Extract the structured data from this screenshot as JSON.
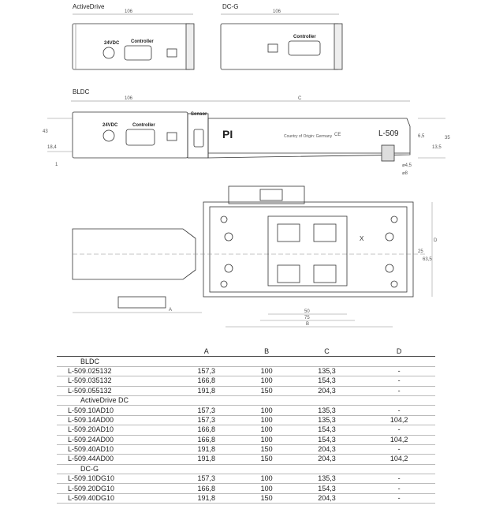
{
  "views": {
    "activedrive": {
      "title": "ActiveDrive",
      "dim": "106",
      "label_power": "24VDC",
      "label_ctrl": "Controller"
    },
    "dcg": {
      "title": "DC-G",
      "dim": "106",
      "label_ctrl": "Controller"
    },
    "bldc": {
      "title": "BLDC",
      "dim_left": "106",
      "dim_c": "C",
      "label_sensor": "Sensor",
      "label_power": "24VDC",
      "label_ctrl": "Controller"
    }
  },
  "side_dims": {
    "d43": "43",
    "d184": "18,4",
    "d1": "1",
    "d65": "6,5",
    "d135": "13,5",
    "d35": "35",
    "phi45": "⌀4,5",
    "phi8": "⌀8"
  },
  "product": {
    "brand": "PI",
    "model": "L-509",
    "made": "Country of Origin: Germany",
    "ce": "CE"
  },
  "top_dims": {
    "a": "A",
    "b": "B",
    "d": "D",
    "x": "X",
    "d50": "50",
    "d75": "75",
    "d25": "25",
    "d635": "63,5"
  },
  "table": {
    "headers": [
      "",
      "A",
      "B",
      "C",
      "D"
    ],
    "groups": [
      {
        "name": "BLDC",
        "rows": [
          [
            "L-509.025132",
            "157,3",
            "100",
            "135,3",
            "-"
          ],
          [
            "L-509.035132",
            "166,8",
            "100",
            "154,3",
            "-"
          ],
          [
            "L-509.055132",
            "191,8",
            "150",
            "204,3",
            "-"
          ]
        ]
      },
      {
        "name": "ActiveDrive DC",
        "rows": [
          [
            "L-509.10AD10",
            "157,3",
            "100",
            "135,3",
            "-"
          ],
          [
            "L-509.14AD00",
            "157,3",
            "100",
            "135,3",
            "104,2"
          ],
          [
            "L-509.20AD10",
            "166,8",
            "100",
            "154,3",
            "-"
          ],
          [
            "L-509.24AD00",
            "166,8",
            "100",
            "154,3",
            "104,2"
          ],
          [
            "L-509.40AD10",
            "191,8",
            "150",
            "204,3",
            "-"
          ],
          [
            "L-509.44AD00",
            "191,8",
            "150",
            "204,3",
            "104,2"
          ]
        ]
      },
      {
        "name": "DC-G",
        "rows": [
          [
            "L-509.10DG10",
            "157,3",
            "100",
            "135,3",
            "-"
          ],
          [
            "L-509.20DG10",
            "166,8",
            "100",
            "154,3",
            "-"
          ],
          [
            "L-509.40DG10",
            "191,8",
            "150",
            "204,3",
            "-"
          ]
        ]
      }
    ]
  }
}
